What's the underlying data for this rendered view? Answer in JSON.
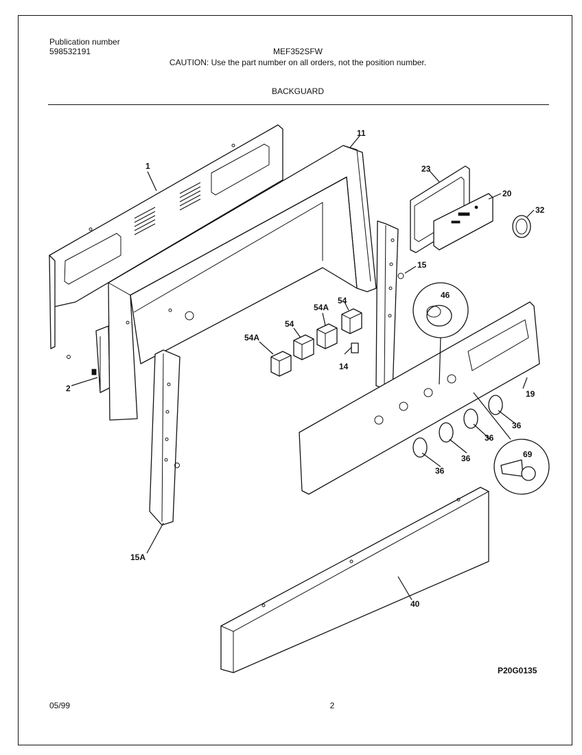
{
  "header": {
    "publication_label": "Publication number",
    "publication_number": "598532191",
    "model": "MEF352SFW",
    "caution": "CAUTION:  Use the part number on all orders, not the position number.",
    "section": "BACKGUARD"
  },
  "footer": {
    "date": "05/99",
    "page": "2",
    "diagram_code": "P20G0135"
  },
  "callouts": {
    "c1": "1",
    "c2": "2",
    "c11": "11",
    "c14": "14",
    "c15": "15",
    "c15a": "15A",
    "c19": "19",
    "c20": "20",
    "c23": "23",
    "c32": "32",
    "c36a": "36",
    "c36b": "36",
    "c36c": "36",
    "c36d": "36",
    "c40": "40",
    "c46": "46",
    "c54a": "54",
    "c54b": "54",
    "c54aa": "54A",
    "c54ab": "54A",
    "c69": "69"
  }
}
